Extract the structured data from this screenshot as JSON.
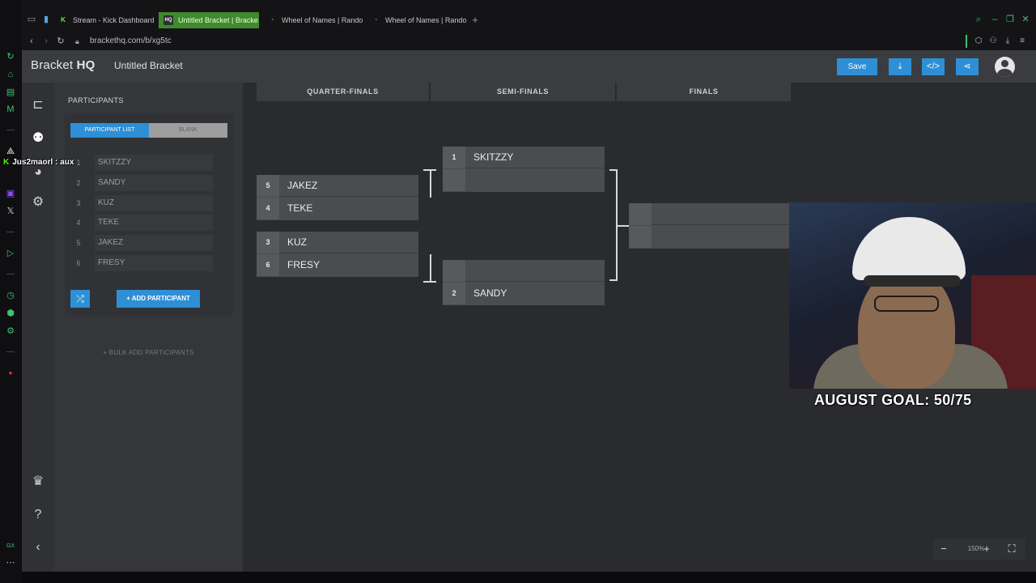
{
  "browser": {
    "tabs": [
      {
        "label": "Stream - Kick Dashboard",
        "fav": "K",
        "fav_color": "#53fc18"
      },
      {
        "label": "Untitled Bracket | Bracke",
        "fav": "HQ",
        "fav_color": "#3a3c40",
        "active": true
      },
      {
        "label": "Wheel of Names | Rando",
        "fav": "◔",
        "fav_color": "#e33"
      },
      {
        "label": "Wheel of Names | Rando",
        "fav": "◔",
        "fav_color": "#e33"
      }
    ],
    "new_tab": "+",
    "url": "brackethq.com/b/xg5tc"
  },
  "app": {
    "brand_light": "Bracket ",
    "brand_bold": "HQ",
    "bracket_title": "Untitled Bracket",
    "save_label": "Save",
    "accent": "#2e8fd6"
  },
  "panel": {
    "title": "PARTICIPANTS",
    "tab_list": "PARTICIPANT LIST",
    "tab_blank": "BLANK",
    "participants": [
      {
        "num": "1",
        "name": "SKITZZY"
      },
      {
        "num": "2",
        "name": "SANDY"
      },
      {
        "num": "3",
        "name": "KUZ"
      },
      {
        "num": "4",
        "name": "TEKE"
      },
      {
        "num": "5",
        "name": "JAKEZ"
      },
      {
        "num": "6",
        "name": "FRESY"
      }
    ],
    "add_label": "+ ADD PARTICIPANT",
    "bulk_label": "+ BULK ADD PARTICIPANTS"
  },
  "bracket": {
    "rounds": [
      "QUARTER-FINALS",
      "SEMI-FINALS",
      "FINALS"
    ],
    "qf": [
      {
        "top_seed": "5",
        "top_name": "JAKEZ",
        "bot_seed": "4",
        "bot_name": "TEKE"
      },
      {
        "top_seed": "3",
        "top_name": "KUZ",
        "bot_seed": "6",
        "bot_name": "FRESY"
      }
    ],
    "sf": [
      {
        "top_seed": "1",
        "top_name": "SKITZZY",
        "bot_seed": "",
        "bot_name": ""
      },
      {
        "top_seed": "",
        "top_name": "",
        "bot_seed": "2",
        "bot_name": "SANDY"
      }
    ]
  },
  "overlay": {
    "chat_user": "Jus2maorl",
    "chat_msg": " : aux",
    "goal_text": "AUGUST GOAL: 50/75"
  },
  "zoom": {
    "minus": "−",
    "value": "150%",
    "plus": "+"
  }
}
